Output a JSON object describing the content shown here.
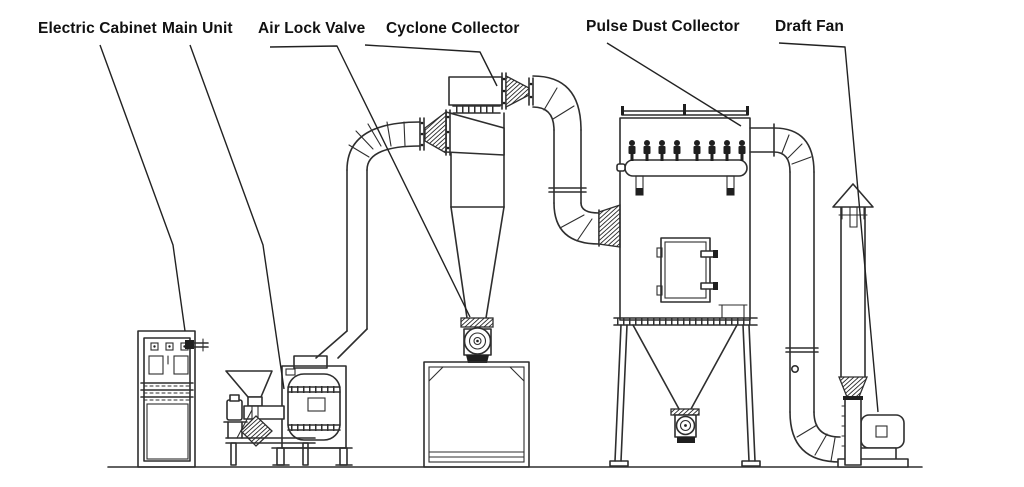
{
  "diagram": {
    "colors": {
      "background": "#ffffff",
      "line": "#2e2e2e",
      "text": "#111111"
    },
    "labels": [
      {
        "id": "electric-cabinet",
        "text": "Electric Cabinet"
      },
      {
        "id": "main-unit",
        "text": "Main Unit"
      },
      {
        "id": "air-lock-valve",
        "text": "Air Lock Valve"
      },
      {
        "id": "cyclone-collector",
        "text": "Cyclone Collector"
      },
      {
        "id": "pulse-dust-collector",
        "text": "Pulse Dust Collector"
      },
      {
        "id": "draft-fan",
        "text": "Draft Fan"
      }
    ]
  }
}
